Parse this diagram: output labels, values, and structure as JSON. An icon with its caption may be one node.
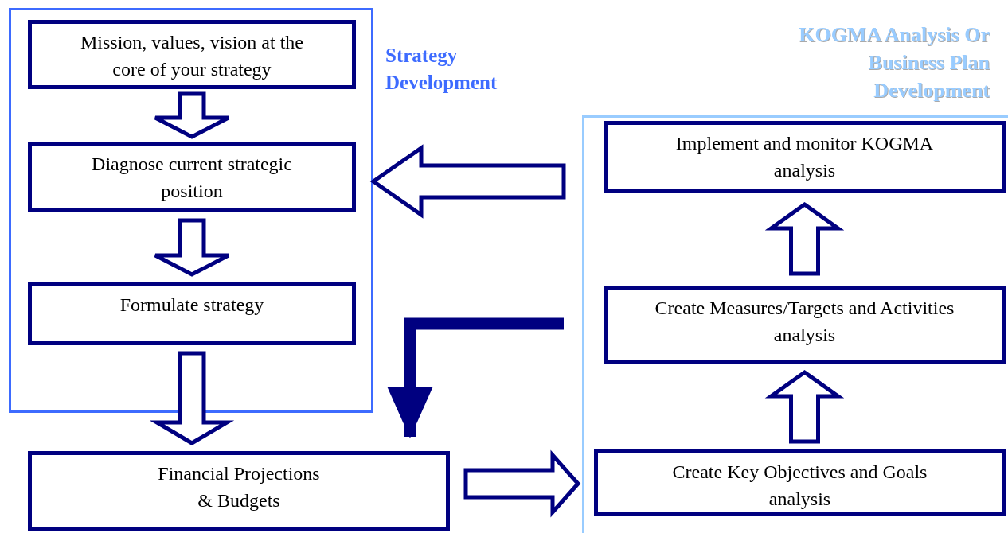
{
  "diagram": {
    "nodes": [
      {
        "text": [
          "Strategy Development"
        ]
      },
      {
        "text": [
          "Mission, values, vision at the core of your strategy"
        ],
        "in": 0
      },
      {
        "text": [
          "Diagnose current strategic position"
        ],
        "in": 0
      },
      {
        "text": [
          "Formulate strategy"
        ],
        "in": 0
      },
      {
        "text": [
          "Financial Projections & Budgets"
        ]
      },
      {
        "text": [
          "KOGMA Analysis Or Business Plan Development"
        ]
      },
      {
        "text": [
          "Implement and monitor KOGMA analysis"
        ],
        "in": 5
      },
      {
        "text": [
          "Create Measures/Targets and Activities analysis"
        ],
        "in": 5
      },
      {
        "text": [
          "Create Key Objectives and Goals analysis"
        ],
        "in": 5
      }
    ],
    "edges": [
      {
        "from": 1,
        "to": 2,
        "arrow": "to"
      },
      {
        "from": 2,
        "to": 3,
        "arrow": "to"
      },
      {
        "from": 3,
        "to": 4,
        "arrow": "to"
      },
      {
        "from": 5,
        "to": 0,
        "arrow": "to"
      },
      {
        "from": 5,
        "to": 4,
        "arrow": "to"
      },
      {
        "from": 4,
        "to": 8,
        "arrow": "to"
      },
      {
        "from": 8,
        "to": 7,
        "arrow": "to"
      },
      {
        "from": 7,
        "to": 6,
        "arrow": "to"
      }
    ]
  }
}
